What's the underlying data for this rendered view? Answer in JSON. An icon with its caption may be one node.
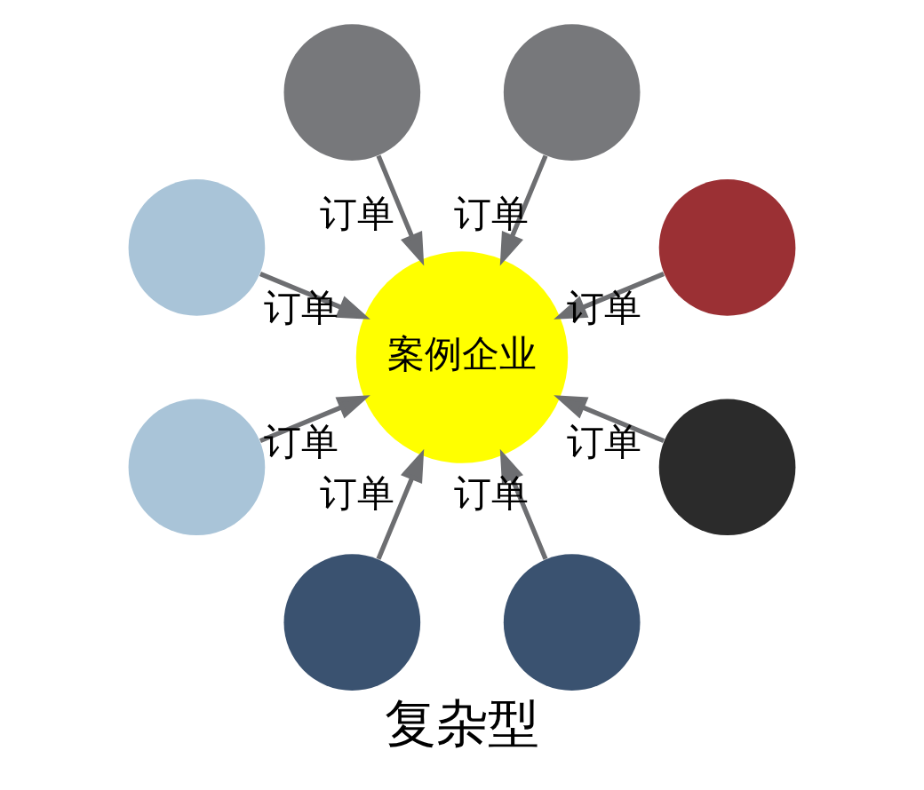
{
  "diagram": {
    "caption": "复杂型",
    "nodes": [
      {
        "text": [],
        "shape": "circle"
      },
      {
        "text": [],
        "shape": "circle"
      },
      {
        "text": [],
        "shape": "circle"
      },
      {
        "text": [],
        "shape": "circle"
      },
      {
        "text": [
          "案例企业"
        ]
      },
      {
        "text": [],
        "shape": "circle"
      },
      {
        "text": [],
        "shape": "circle"
      },
      {
        "text": [],
        "shape": "circle"
      },
      {
        "text": [],
        "shape": "circle"
      }
    ],
    "edges": [
      {
        "from": 0,
        "to": 4,
        "arrow": "to",
        "label": "订单"
      },
      {
        "from": 1,
        "to": 4,
        "arrow": "to",
        "label": "订单"
      },
      {
        "from": 2,
        "to": 4,
        "arrow": "to",
        "label": "订单"
      },
      {
        "from": 3,
        "to": 4,
        "arrow": "to",
        "label": "订单"
      },
      {
        "from": 5,
        "to": 4,
        "arrow": "to",
        "label": "订单"
      },
      {
        "from": 6,
        "to": 4,
        "arrow": "to",
        "label": "订单"
      },
      {
        "from": 7,
        "to": 4,
        "arrow": "to",
        "label": "订单"
      },
      {
        "from": 8,
        "to": 4,
        "arrow": "to",
        "label": "订单"
      }
    ]
  }
}
